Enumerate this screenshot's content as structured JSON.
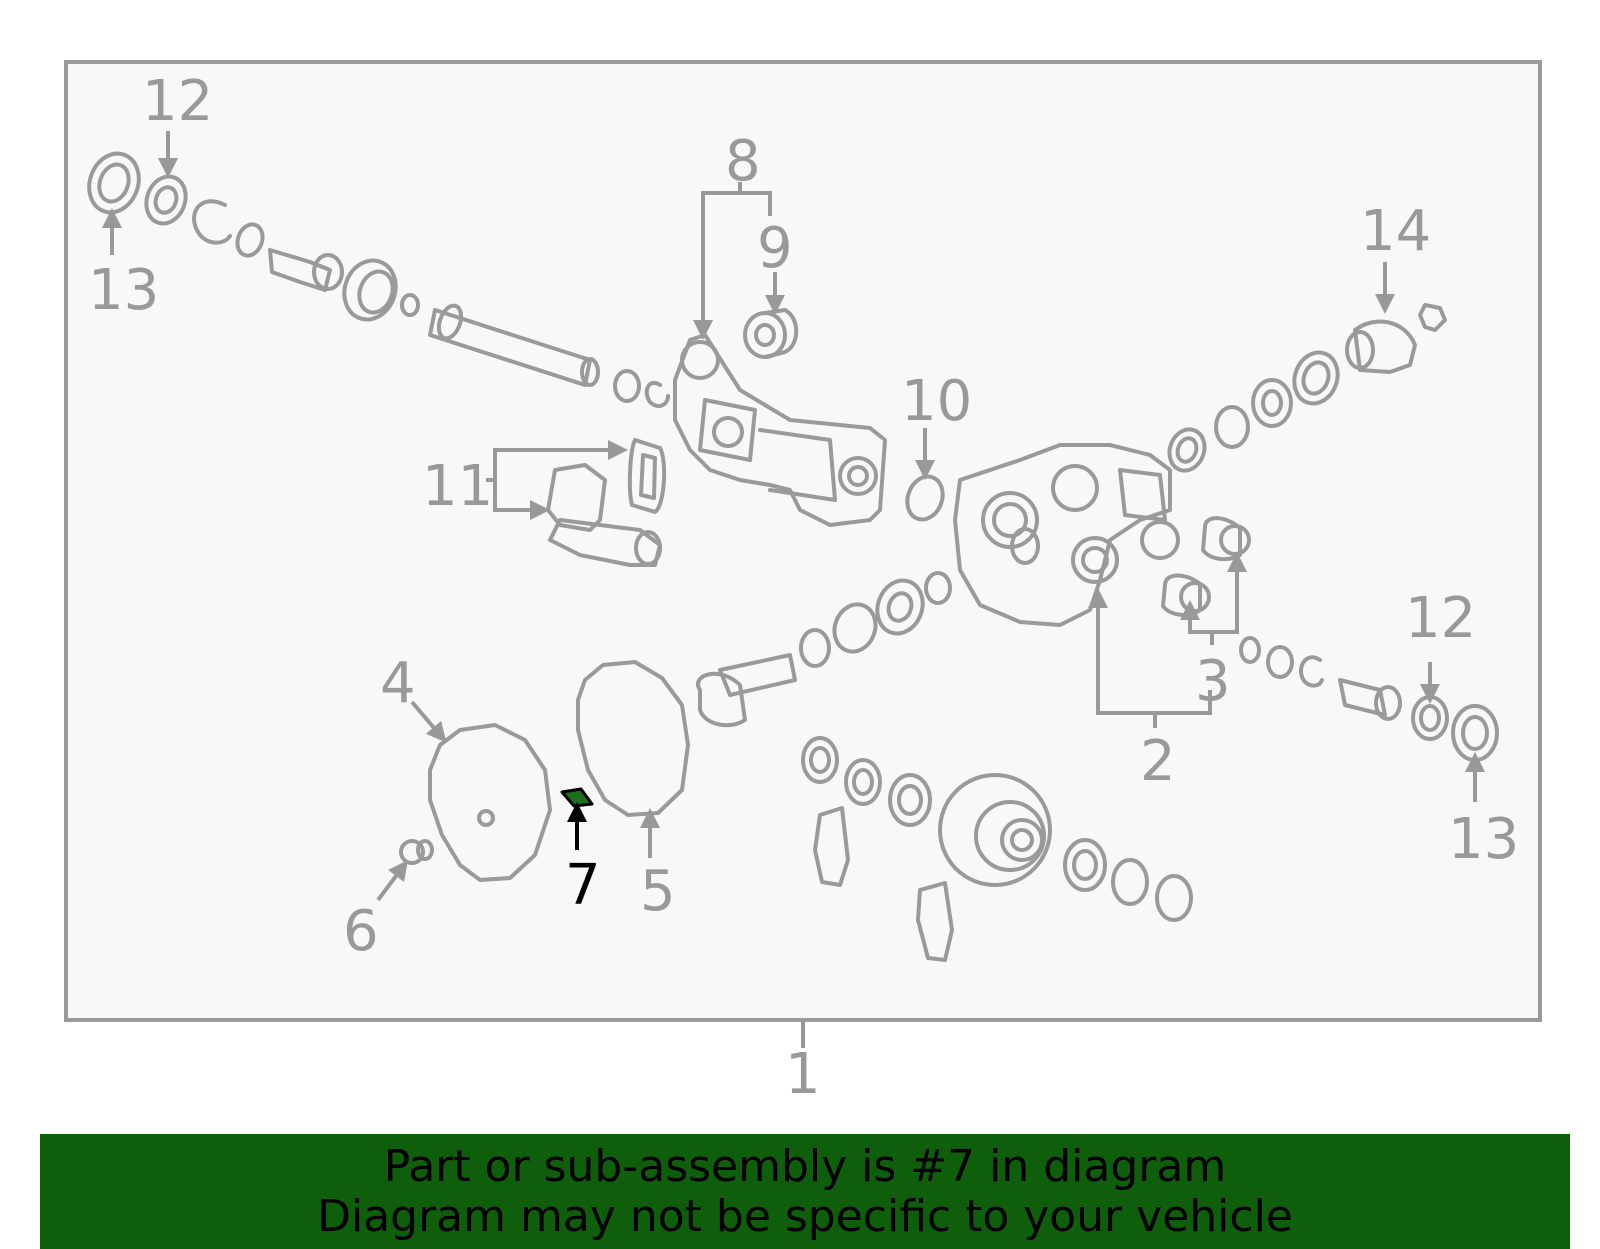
{
  "diagram": {
    "highlight_color": "#1e6f1c",
    "callouts": [
      {
        "id": "c1",
        "label": "1",
        "highlight": false
      },
      {
        "id": "c2",
        "label": "2",
        "highlight": false
      },
      {
        "id": "c3",
        "label": "3",
        "highlight": false
      },
      {
        "id": "c4",
        "label": "4",
        "highlight": false
      },
      {
        "id": "c5",
        "label": "5",
        "highlight": false
      },
      {
        "id": "c6",
        "label": "6",
        "highlight": false
      },
      {
        "id": "c7",
        "label": "7",
        "highlight": true
      },
      {
        "id": "c8",
        "label": "8",
        "highlight": false
      },
      {
        "id": "c9",
        "label": "9",
        "highlight": false
      },
      {
        "id": "c10",
        "label": "10",
        "highlight": false
      },
      {
        "id": "c11",
        "label": "11",
        "highlight": false
      },
      {
        "id": "c12a",
        "label": "12",
        "highlight": false
      },
      {
        "id": "c12b",
        "label": "12",
        "highlight": false
      },
      {
        "id": "c13a",
        "label": "13",
        "highlight": false
      },
      {
        "id": "c13b",
        "label": "13",
        "highlight": false
      },
      {
        "id": "c14",
        "label": "14",
        "highlight": false
      }
    ]
  },
  "banner": {
    "line1": "Part or sub-assembly is #7 in diagram",
    "line2": "Diagram may not be specific to your vehicle",
    "background": "#0f5e0b"
  }
}
